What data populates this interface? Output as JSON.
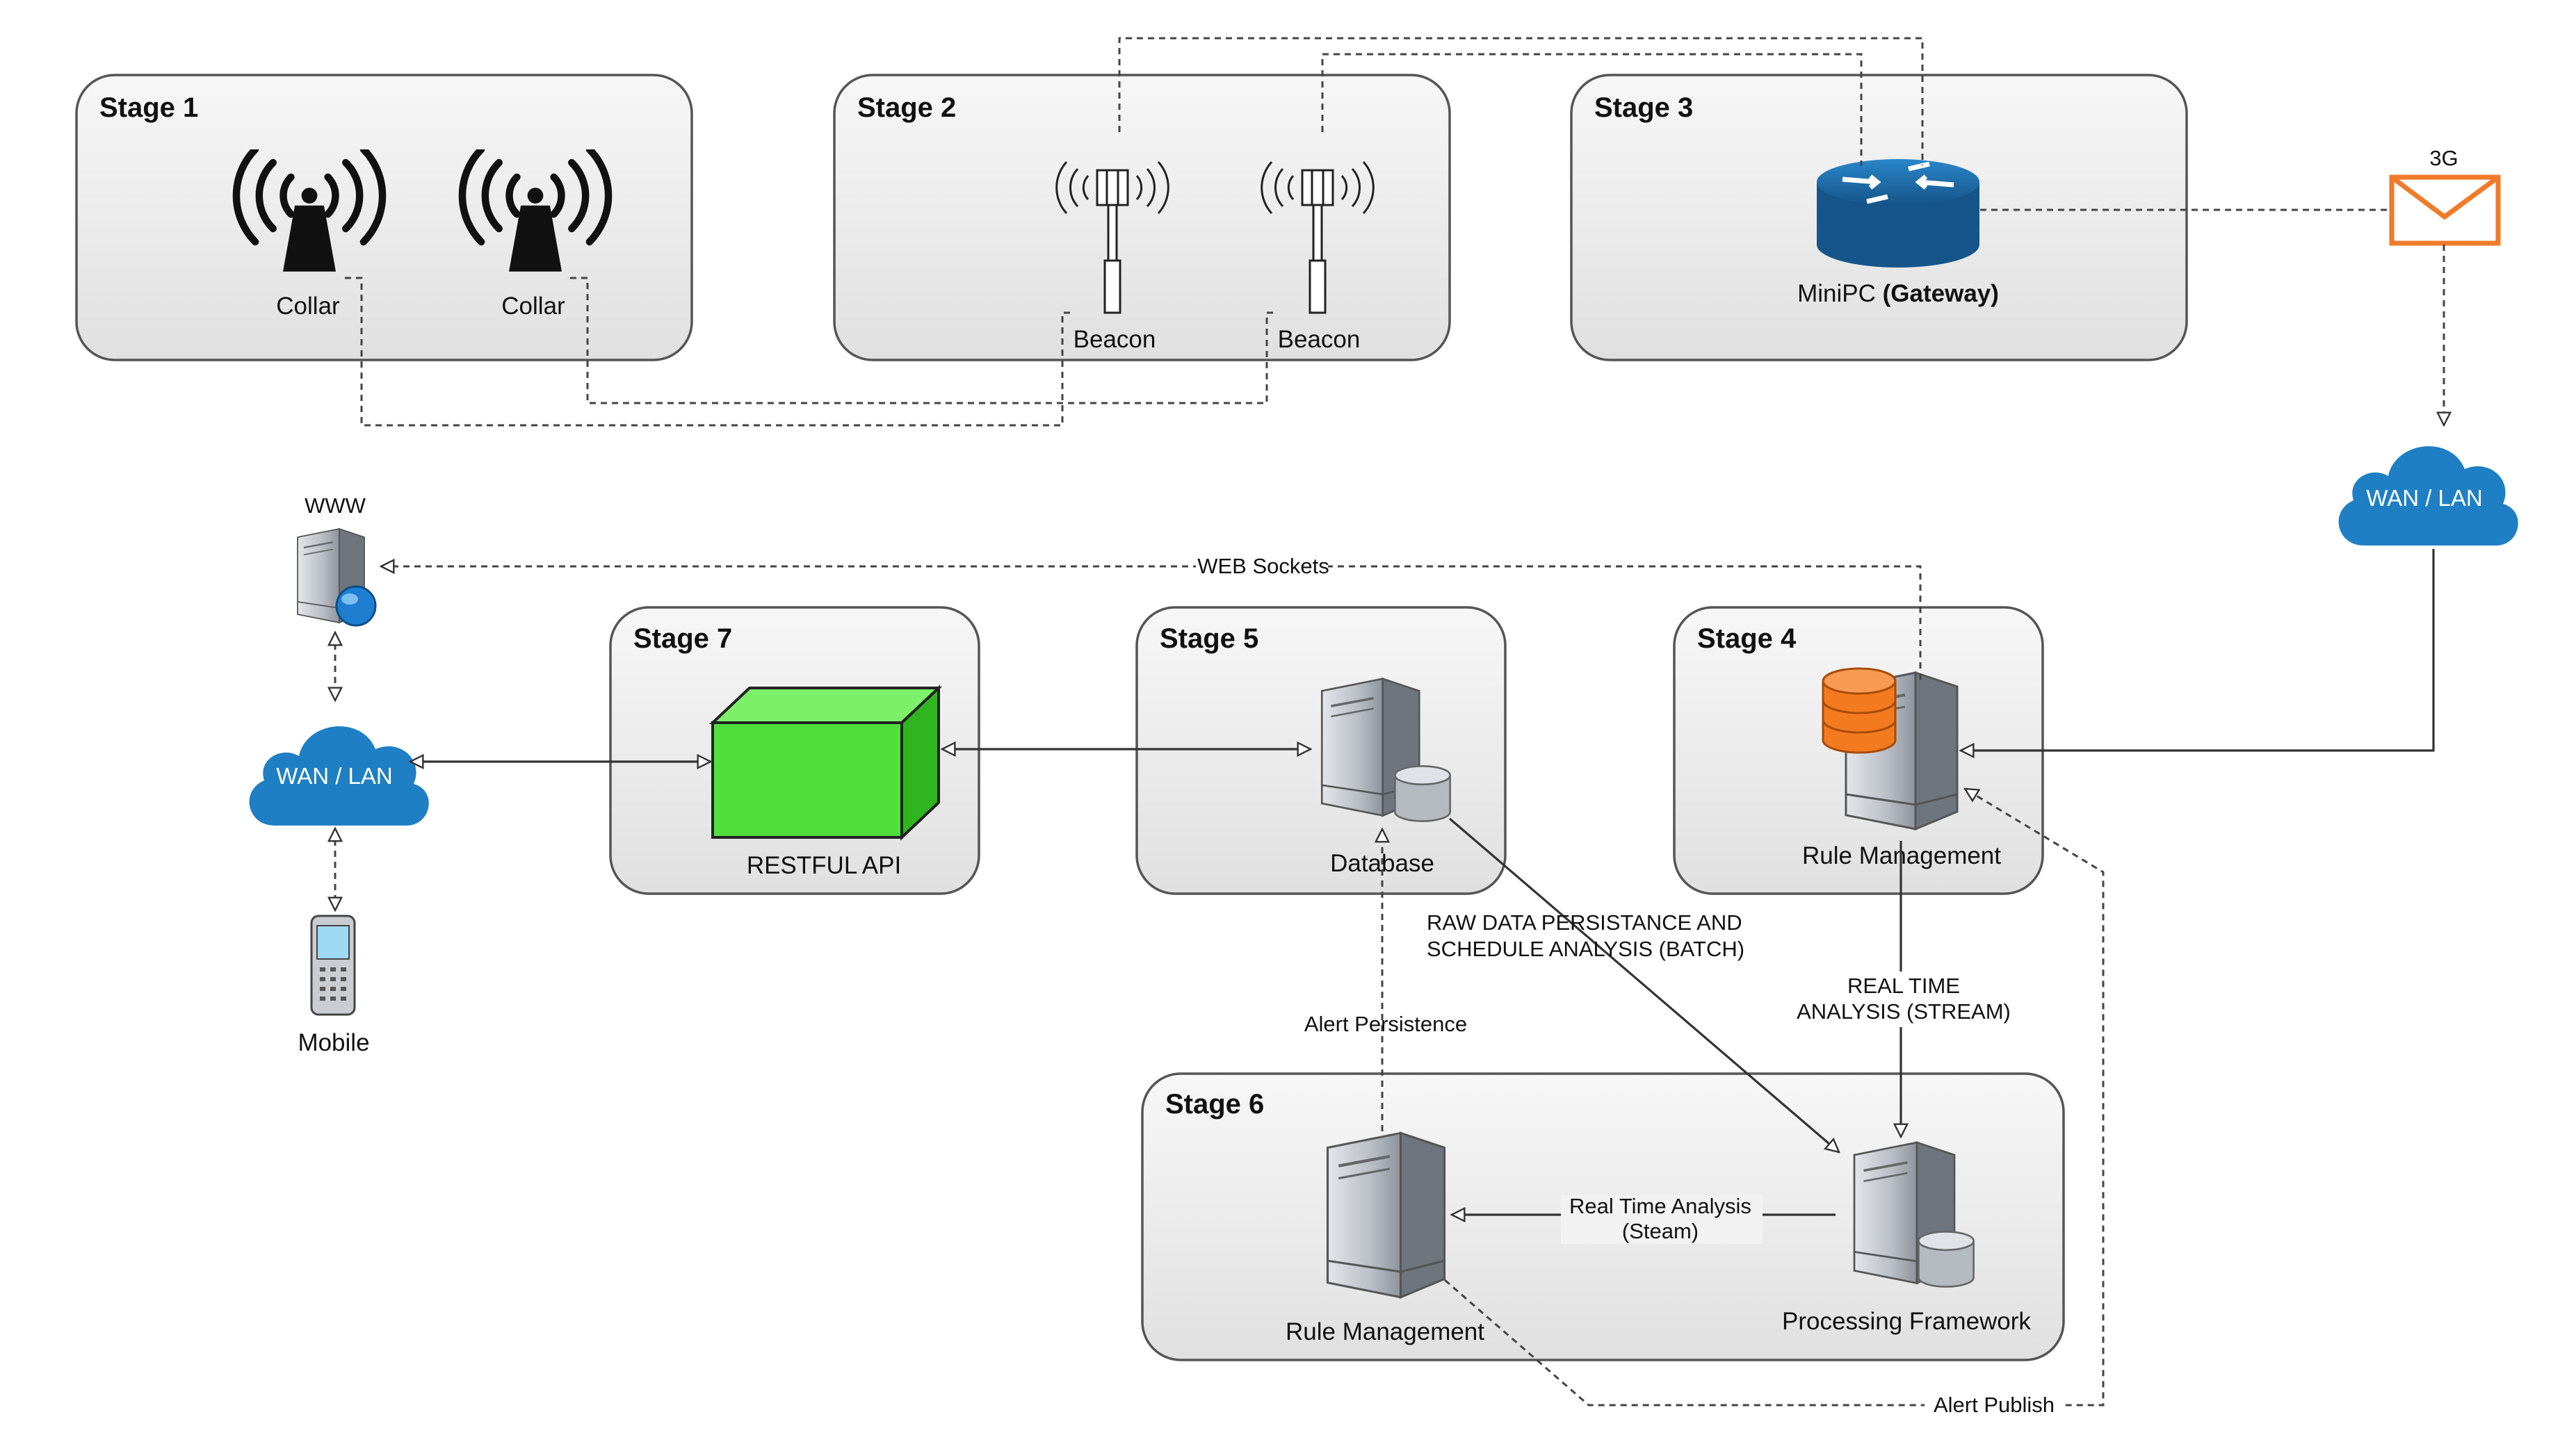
{
  "stages": {
    "s1": {
      "title": "Stage 1",
      "collar1": "Collar",
      "collar2": "Collar"
    },
    "s2": {
      "title": "Stage 2",
      "beacon1": "Beacon",
      "beacon2": "Beacon"
    },
    "s3": {
      "title": "Stage 3",
      "gateway_prefix": "MiniPC ",
      "gateway_bold": "(Gateway)"
    },
    "s4": {
      "title": "Stage 4",
      "node": "Rule Management"
    },
    "s5": {
      "title": "Stage 5",
      "node": "Database"
    },
    "s6": {
      "title": "Stage 6",
      "rule": "Rule Management",
      "proc": "Processing Framework"
    },
    "s7": {
      "title": "Stage 7",
      "node": "RESTFUL API"
    }
  },
  "external": {
    "threeg": "3G",
    "wan_right": "WAN / LAN",
    "wan_left": "WAN / LAN",
    "www": "WWW",
    "mobile": "Mobile"
  },
  "connections": {
    "websockets": "WEB Sockets",
    "raw1": "RAW DATA PERSISTANCE AND",
    "raw2": "SCHEDULE ANALYSIS (BATCH)",
    "rt1": "REAL TIME",
    "rt2": "ANALYSIS (STREAM)",
    "alert_persist": "Alert Persistence",
    "rta1": "Real Time Analysis",
    "rta2": "(Steam)",
    "alert_publish": "Alert Publish"
  },
  "colors": {
    "cloud": "#1f7fc4",
    "api_box": "#4fe03c",
    "envelope": "#f07a2a",
    "router": "#1d6fb0",
    "db_stack": "#f47a1f"
  }
}
